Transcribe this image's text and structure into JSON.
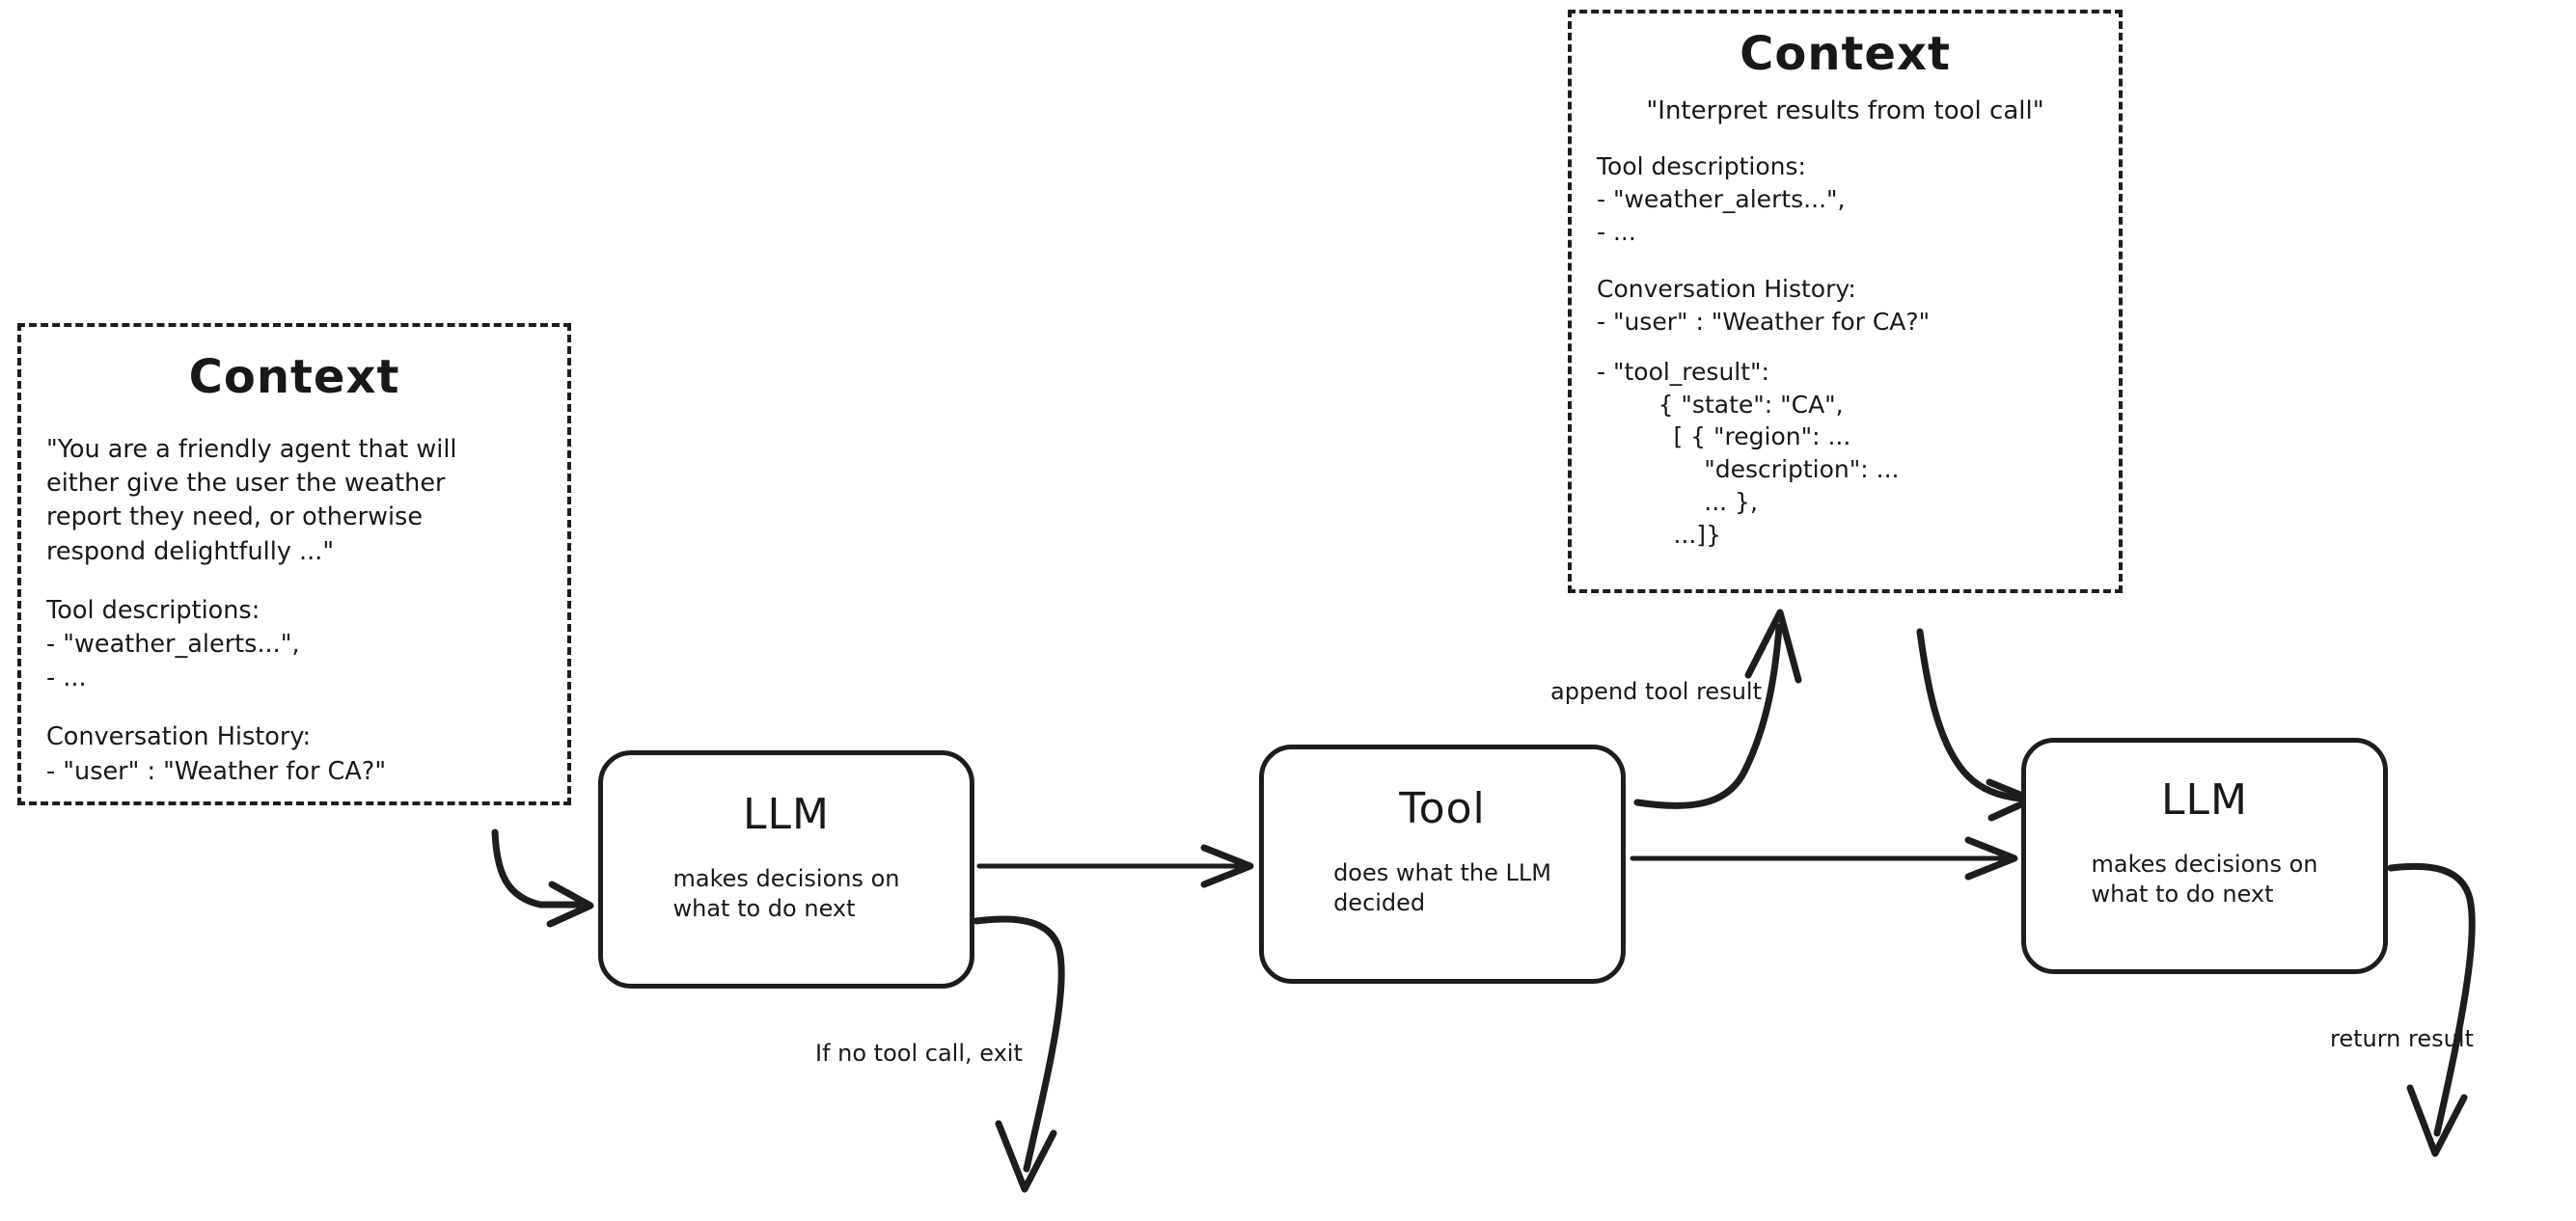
{
  "diagram": {
    "title": "Agent loop with tool calling",
    "ink_color": "#1d1d1d",
    "background": "#ffffff"
  },
  "context_left": {
    "title": "Context",
    "system_prompt": "\"You are a friendly agent that will\neither give the user the weather\nreport they need, or otherwise\nrespond delightfully ...\"",
    "tool_descriptions_heading": "Tool descriptions:",
    "tool_descriptions_items": "- \"weather_alerts...\",\n- ...",
    "conversation_history_heading": "Conversation History:",
    "conversation_history_items": "- \"user\" : \"Weather for CA?\""
  },
  "context_right": {
    "title": "Context",
    "system_prompt": "\"Interpret results from tool call\"",
    "tool_descriptions_heading": "Tool descriptions:",
    "tool_descriptions_items": "- \"weather_alerts...\",\n- ...",
    "conversation_history_heading": "Conversation History:",
    "conversation_history_items": "- \"user\" : \"Weather for CA?\"",
    "tool_result": "- \"tool_result\":\n        { \"state\": \"CA\",\n          [ { \"region\": ...\n              \"description\": ...\n              ... },\n          ...]}"
  },
  "nodes": {
    "llm_1": {
      "title": "LLM",
      "subtitle": "makes decisions on\nwhat to do next"
    },
    "tool": {
      "title": "Tool",
      "subtitle": "does what the LLM\ndecided"
    },
    "llm_2": {
      "title": "LLM",
      "subtitle": "makes decisions on\nwhat to do next"
    }
  },
  "edge_labels": {
    "no_tool_call": "If no tool call, exit",
    "append_tool_result": "append tool result",
    "return_result": "return result"
  }
}
